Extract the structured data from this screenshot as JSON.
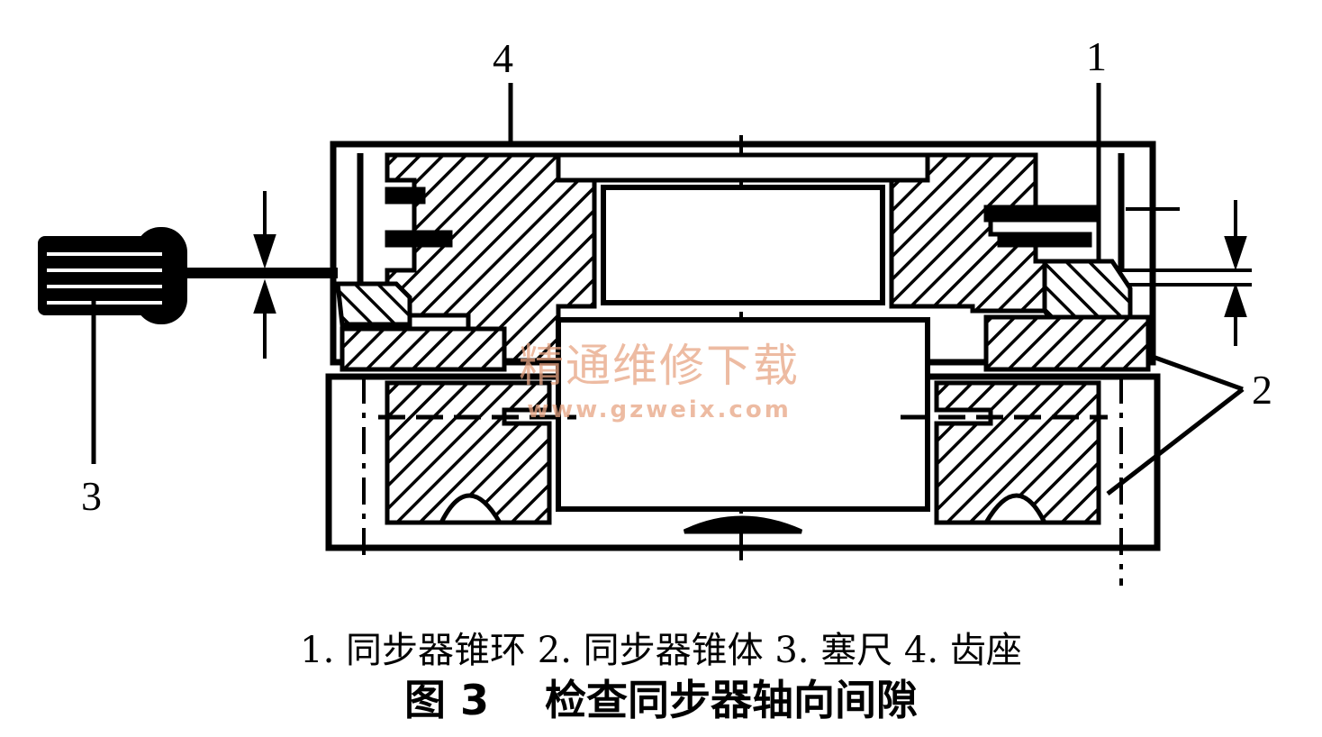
{
  "callouts": {
    "c1": "1",
    "c2": "2",
    "c3": "3",
    "c4": "4"
  },
  "caption": {
    "legend": "1. 同步器锥环 2. 同步器锥体 3. 塞尺 4. 齿座",
    "title": "图 3　 检查同步器轴向间隙"
  },
  "watermark": {
    "chinese": "精通维修下载",
    "url": "www.gzweix.com"
  },
  "colors": {
    "ink": "#000000",
    "paper": "#ffffff",
    "watermark": "#e8a583"
  }
}
